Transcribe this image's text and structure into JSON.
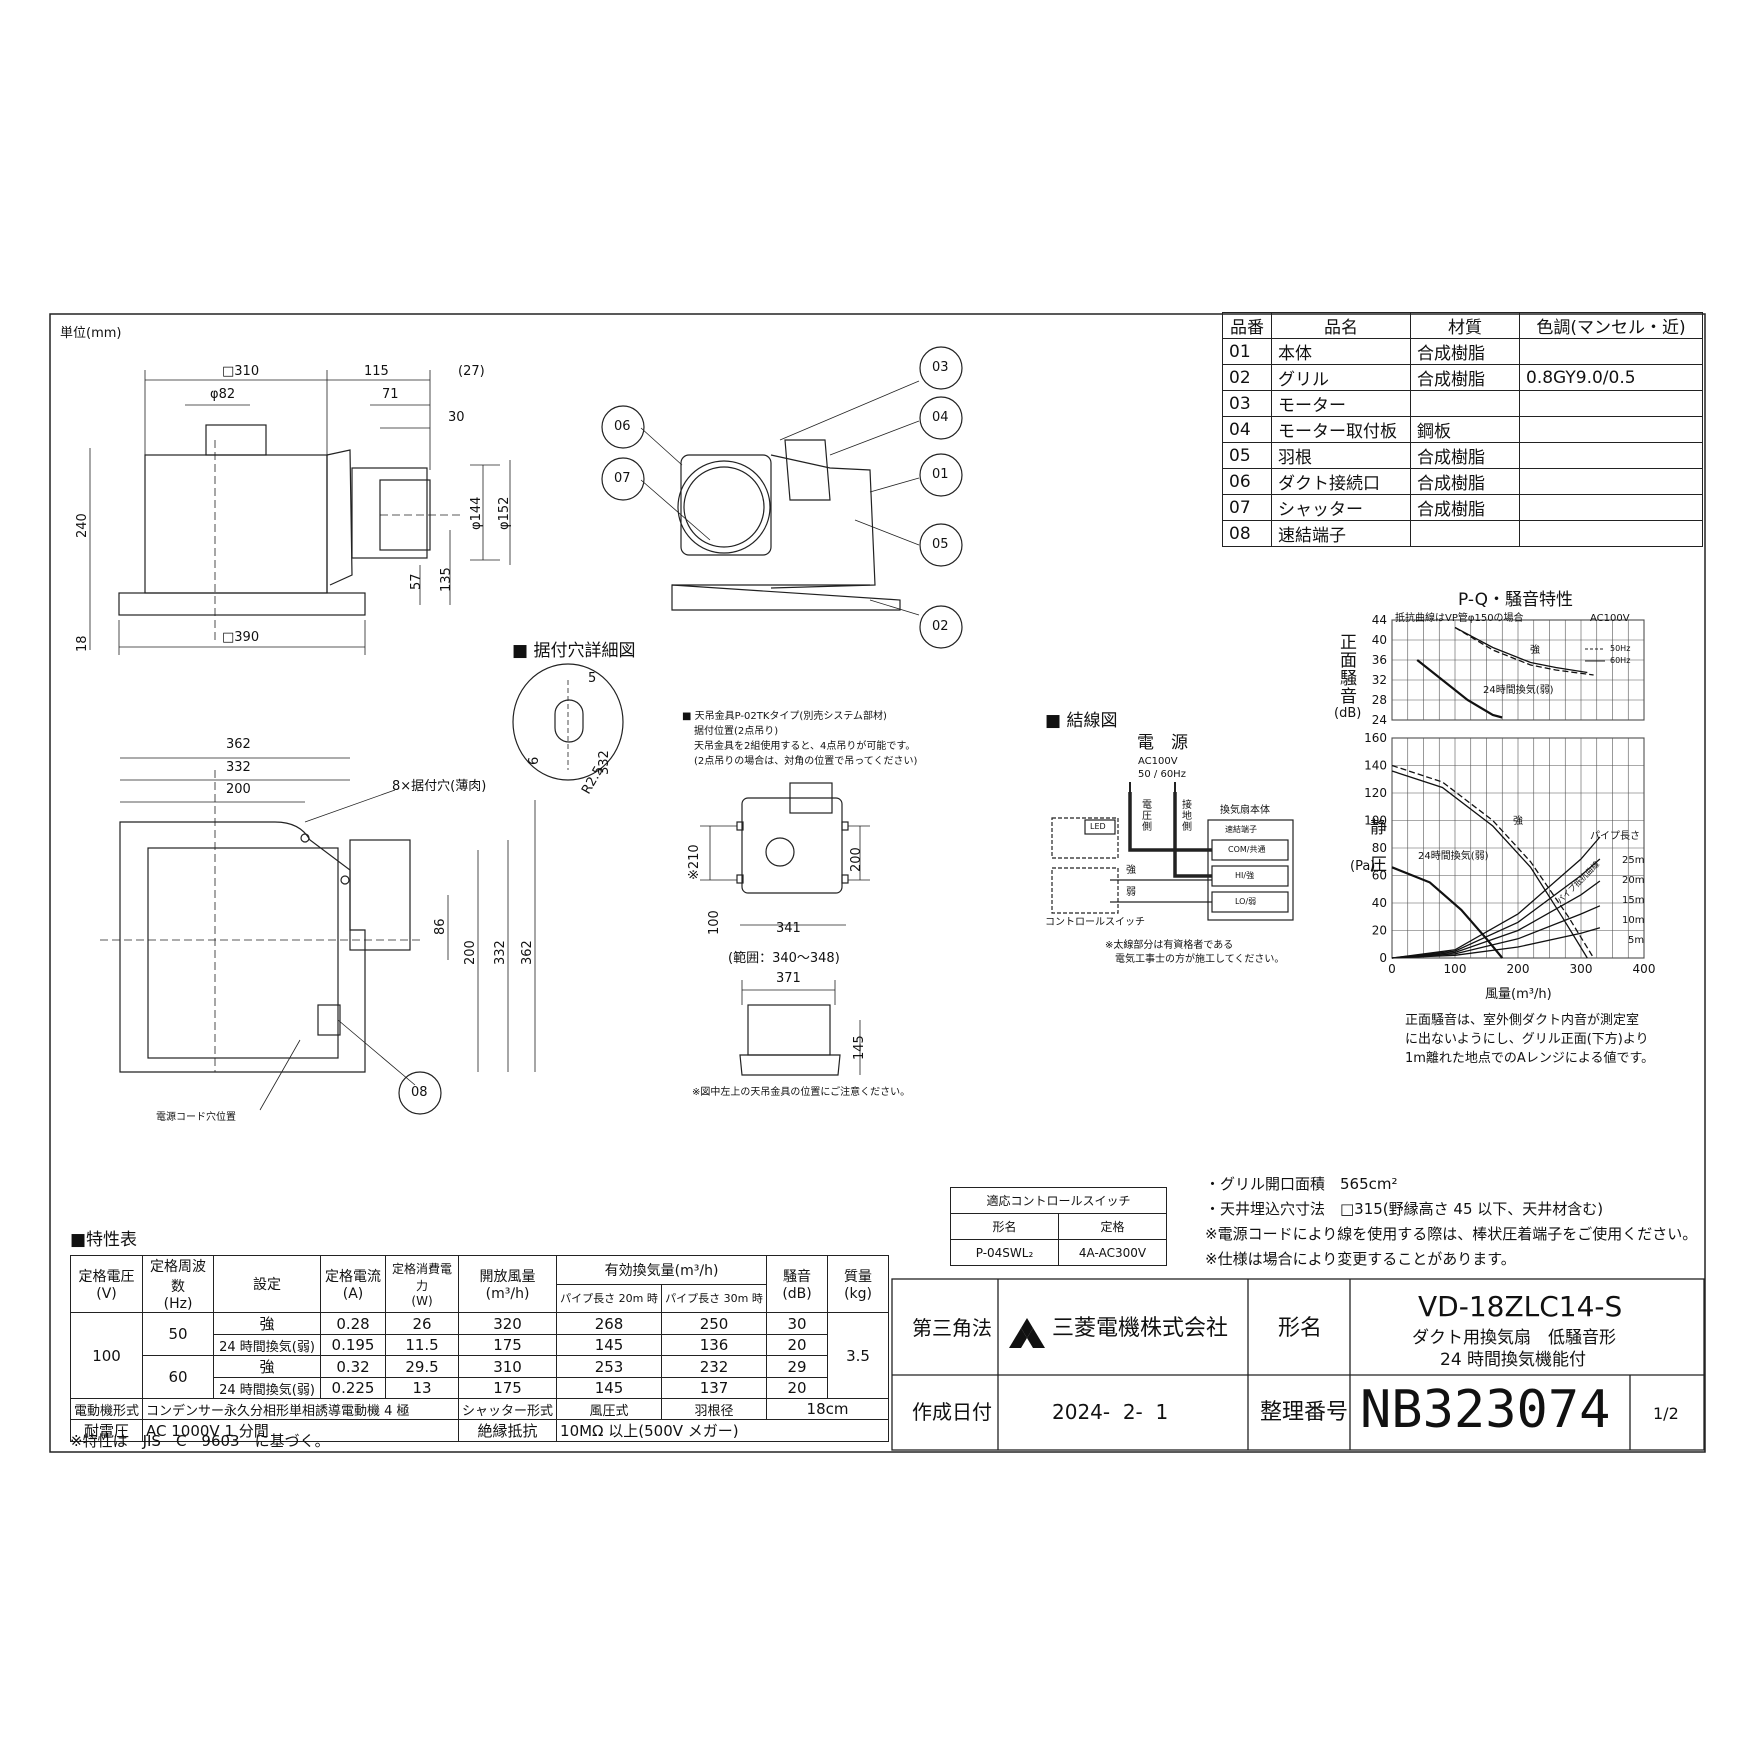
{
  "unit_label": "単位(mm)",
  "dims_front": {
    "d310": "□310",
    "d115": "115",
    "d27": "(27)",
    "d82": "φ82",
    "d71": "71",
    "d30": "30",
    "d240": "240",
    "d144": "φ144",
    "d152": "φ152",
    "d57": "57",
    "d135": "135",
    "d18": "18",
    "d390": "□390"
  },
  "callouts": [
    "03",
    "06",
    "04",
    "07",
    "01",
    "05",
    "02"
  ],
  "parts_table": {
    "headers": [
      "品番",
      "品名",
      "材質",
      "色調(マンセル・近)"
    ],
    "rows": [
      [
        "01",
        "本体",
        "合成樹脂",
        ""
      ],
      [
        "02",
        "グリル",
        "合成樹脂",
        "0.8GY9.0/0.5"
      ],
      [
        "03",
        "モーター",
        "",
        ""
      ],
      [
        "04",
        "モーター取付板",
        "鋼板",
        ""
      ],
      [
        "05",
        "羽根",
        "合成樹脂",
        ""
      ],
      [
        "06",
        "ダクト接続口",
        "合成樹脂",
        ""
      ],
      [
        "07",
        "シャッター",
        "合成樹脂",
        ""
      ],
      [
        "08",
        "速結端子",
        "",
        ""
      ]
    ]
  },
  "mount_hole": {
    "title": "■ 据付穴詳細図",
    "d5": "5",
    "d6": "6",
    "d332": "332",
    "r25": "R2.5"
  },
  "hanger": {
    "line1": "■ 天吊金具P-02TKタイプ(別売システム部材)",
    "line2": "据付位置(2点吊り)",
    "line3": "天吊金具を2組使用すると、4点吊りが可能です。",
    "line4": "(2点吊りの場合は、対角の位置で吊ってください)",
    "d210": "※210",
    "d200": "200",
    "d100": "100",
    "d341": "341",
    "range": "(範囲：340〜348)",
    "d371": "371",
    "d145": "145",
    "note": "※図中左上の天吊金具の位置にご注意ください。"
  },
  "wiring": {
    "title": "■ 結線図",
    "power": "電　源",
    "voltage": "AC100V",
    "freq": "50 / 60Hz",
    "side_pressure": "電圧側",
    "side_ground": "接地側",
    "body": "換気扇本体",
    "terminal": "速結端子",
    "com": "COM/共通",
    "hi": "HI/強",
    "lo": "LO/弱",
    "led": "LED",
    "strong": "強",
    "weak": "弱",
    "switch": "コントロールスイッチ",
    "note1": "※太線部分は有資格者である",
    "note2": "電気工事士の方が施工してください。"
  },
  "pq": {
    "title": "P-Q・騒音特性",
    "resist": "抵抗曲線はVP管φ150の場合",
    "ac": "AC100V",
    "noise_label": "正面騒音",
    "noise_unit": "(dB)",
    "press_label": "静圧",
    "press_unit": "(Pa)",
    "x_label": "風量(m³/h)",
    "legend_50": "50Hz",
    "legend_60": "60Hz",
    "lbl_strong_n": "強",
    "lbl_24h_n": "24時間換気(弱)",
    "lbl_strong_p": "強",
    "lbl_24h_p": "24時間換気(弱)",
    "lbl_pipe": "パイプ長さ",
    "lbl_resist": "パイプ抵抗曲線",
    "pipe_lengths": [
      "25m",
      "20m",
      "15m",
      "10m",
      "5m"
    ],
    "note1": "正面騒音は、室外側ダクト内音が測定室",
    "note2": "に出ないようにし、グリル正面(下方)より",
    "note3": "1m離れた地点でのAレンジによる値です。"
  },
  "chart_data": [
    {
      "type": "line",
      "title": "正面騒音",
      "ylabel": "(dB)",
      "xlim": [
        0,
        400
      ],
      "ylim": [
        24,
        44
      ],
      "y_ticks": [
        24,
        28,
        32,
        36,
        40,
        44
      ],
      "series": [
        {
          "name": "強 50Hz",
          "points": [
            [
              100,
              42.5
            ],
            [
              160,
              38
            ],
            [
              220,
              35
            ],
            [
              260,
              34
            ],
            [
              320,
              33
            ]
          ]
        },
        {
          "name": "強 60Hz",
          "points": [
            [
              100,
              42.5
            ],
            [
              160,
              38.5
            ],
            [
              220,
              35.5
            ],
            [
              260,
              34.5
            ],
            [
              310,
              33.5
            ]
          ]
        },
        {
          "name": "24時間換気(弱)",
          "points": [
            [
              40,
              36
            ],
            [
              80,
              32
            ],
            [
              120,
              28
            ],
            [
              160,
              25
            ],
            [
              175,
              24.5
            ]
          ]
        }
      ]
    },
    {
      "type": "line",
      "title": "静圧",
      "xlabel": "風量(m³/h)",
      "ylabel": "(Pa)",
      "xlim": [
        0,
        400
      ],
      "ylim": [
        0,
        160
      ],
      "x_ticks": [
        0,
        100,
        200,
        300,
        400
      ],
      "y_ticks": [
        0,
        20,
        40,
        60,
        80,
        100,
        120,
        140,
        160
      ],
      "series": [
        {
          "name": "強 50Hz",
          "points": [
            [
              0,
              140
            ],
            [
              80,
              128
            ],
            [
              160,
              100
            ],
            [
              220,
              70
            ],
            [
              280,
              30
            ],
            [
              320,
              0
            ]
          ]
        },
        {
          "name": "強 60Hz",
          "points": [
            [
              0,
              136
            ],
            [
              80,
              124
            ],
            [
              160,
              96
            ],
            [
              220,
              66
            ],
            [
              270,
              30
            ],
            [
              310,
              0
            ]
          ]
        },
        {
          "name": "24時間換気(弱)",
          "points": [
            [
              0,
              66
            ],
            [
              60,
              55
            ],
            [
              110,
              35
            ],
            [
              150,
              14
            ],
            [
              175,
              0
            ]
          ]
        },
        {
          "name": "25m",
          "points": [
            [
              0,
              0
            ],
            [
              100,
              6
            ],
            [
              200,
              32
            ],
            [
              300,
              72
            ],
            [
              330,
              88
            ]
          ]
        },
        {
          "name": "20m",
          "points": [
            [
              0,
              0
            ],
            [
              100,
              5
            ],
            [
              200,
              26
            ],
            [
              300,
              60
            ],
            [
              330,
              72
            ]
          ]
        },
        {
          "name": "15m",
          "points": [
            [
              0,
              0
            ],
            [
              100,
              4
            ],
            [
              200,
              20
            ],
            [
              300,
              46
            ],
            [
              330,
              56
            ]
          ]
        },
        {
          "name": "10m",
          "points": [
            [
              0,
              0
            ],
            [
              100,
              3
            ],
            [
              200,
              14
            ],
            [
              300,
              32
            ],
            [
              330,
              38
            ]
          ]
        },
        {
          "name": "5m",
          "points": [
            [
              0,
              0
            ],
            [
              100,
              2
            ],
            [
              200,
              8
            ],
            [
              300,
              18
            ],
            [
              330,
              22
            ]
          ]
        }
      ]
    }
  ],
  "bottom_view": {
    "d362": "362",
    "d332": "332",
    "d200": "200",
    "holes": "8×据付穴(薄肉)",
    "v86": "86",
    "v200": "200",
    "v332": "332",
    "v362": "362",
    "cord": "電源コード穴位置",
    "c08": "08"
  },
  "switch_table": {
    "title": "適応コントロールスイッチ",
    "h1": "形名",
    "h2": "定格",
    "v1": "P-04SWL₂",
    "v2": "4A-AC300V"
  },
  "notes": [
    "・グリル開口面積　565cm²",
    "・天井埋込穴寸法　□315(野縁高さ 45 以下、天井材含む)",
    "※電源コードにより線を使用する際は、棒状圧着端子をご使用ください。",
    "※仕様は場合により変更することがあります。"
  ],
  "spec": {
    "title": "■特性表",
    "h": [
      "定格電圧\n(V)",
      "定格周波数\n(Hz)",
      "設定",
      "定格電流\n(A)",
      "定格消費電力\n(W)",
      "開放風量\n(m³/h)",
      "有効換気量(m³/h)",
      "騒音\n(dB)",
      "質量\n(kg)"
    ],
    "h_pipe20": "パイプ長さ 20m 時",
    "h_pipe30": "パイプ長さ 30m 時",
    "voltage": "100",
    "mass": "3.5",
    "rows": [
      [
        "50",
        "強",
        "0.28",
        "26",
        "320",
        "268",
        "250",
        "30"
      ],
      [
        "",
        "24 時間換気(弱)",
        "0.195",
        "11.5",
        "175",
        "145",
        "136",
        "20"
      ],
      [
        "60",
        "強",
        "0.32",
        "29.5",
        "310",
        "253",
        "232",
        "29"
      ],
      [
        "",
        "24 時間換気(弱)",
        "0.225",
        "13",
        "175",
        "145",
        "137",
        "20"
      ]
    ],
    "motor_l": "電動機形式",
    "motor_v": "コンデンサー永久分相形単相誘導電動機 4 極",
    "shutter_l": "シャッター形式",
    "shutter_v": "風圧式",
    "blade_l": "羽根径",
    "blade_v": "18cm",
    "withstand_l": "耐電圧",
    "withstand_v": "AC 1000V 1 分間",
    "insul_l": "絶縁抵抗",
    "insul_v": "10MΩ 以上(500V メガー)",
    "footnote": "※特性は　JIS　C　9603　に基づく。"
  },
  "title_block": {
    "projection": "第三角法",
    "company": "三菱電機株式会社",
    "model_label": "形名",
    "model": "VD-18ZLC14-S",
    "desc1": "ダクト用換気扇　低騒音形",
    "desc2": "24 時間換気機能付",
    "date_label": "作成日付",
    "date": "2024-  2-  1",
    "number_label": "整理番号",
    "number": "NB323074",
    "page": "1/2"
  }
}
